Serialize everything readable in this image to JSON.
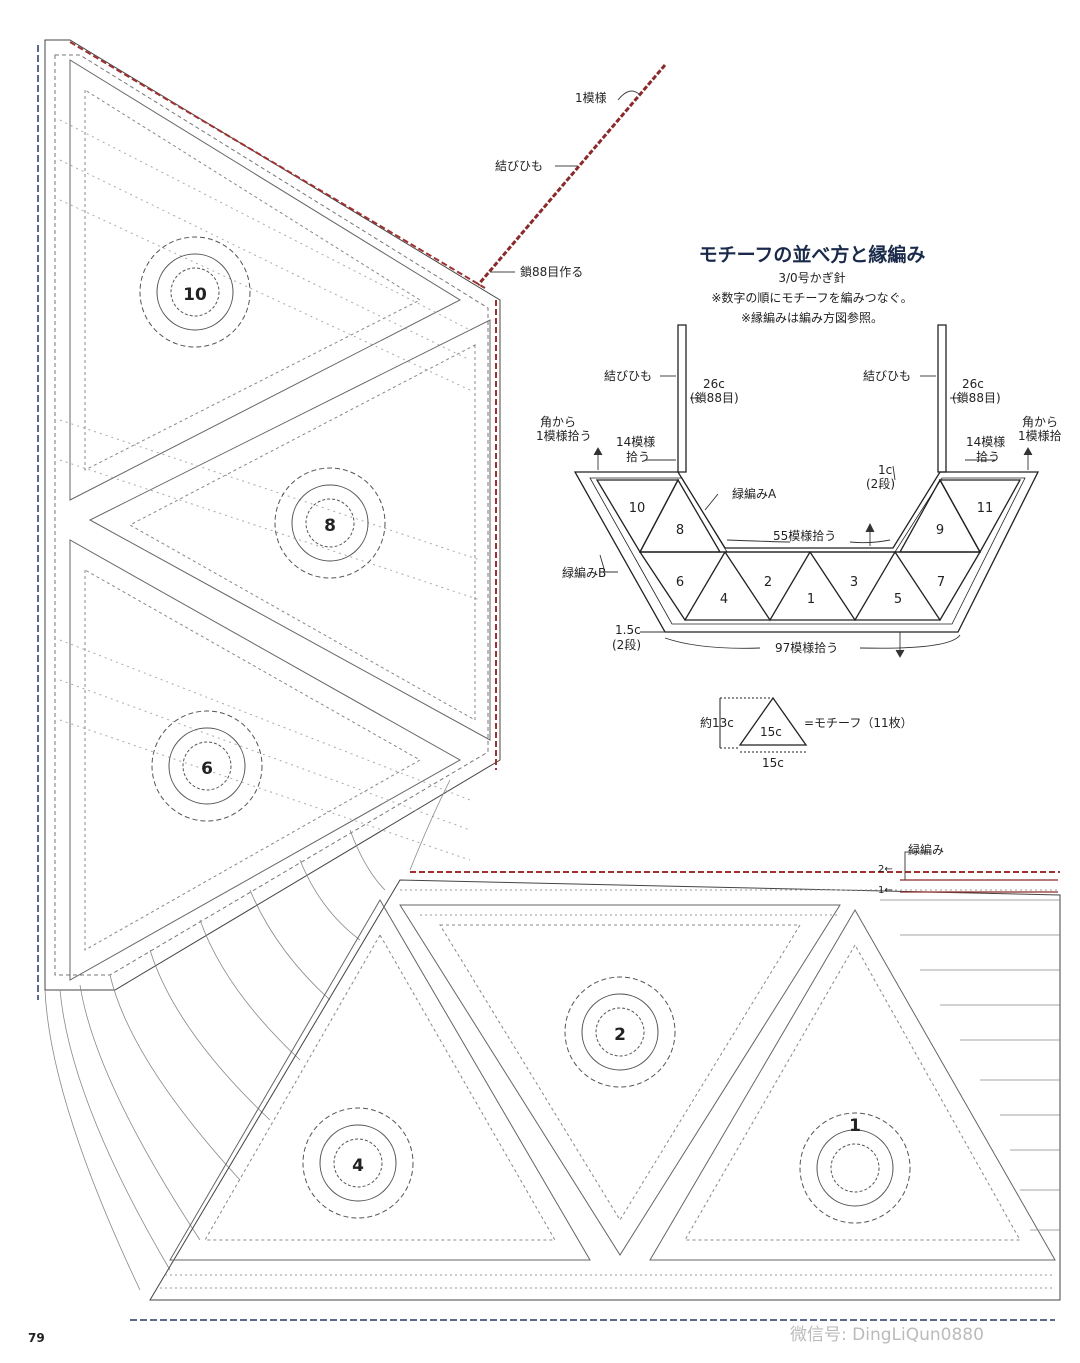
{
  "chart_labels": {
    "one_pattern": "1模様",
    "tie_cord": "結びひも",
    "chain_start": "鎖88目作る",
    "edging": "緑編み",
    "row2": "2←",
    "row1": "1←"
  },
  "motif_numbers": [
    "10",
    "8",
    "6",
    "2",
    "4",
    "1"
  ],
  "layout_panel": {
    "title": "モチーフの並べ方と縁編み",
    "hook": "3/0号かぎ針",
    "note1": "※数字の順にモチーフを編みつなぐ。",
    "note2": "※縁編みは編み方図参照。",
    "tie_left": "結びひも",
    "tie_right": "結びひも",
    "len_left": "26c",
    "chain_left": "(鎖88目)",
    "len_right": "26c",
    "chain_right": "(鎖88目)",
    "corner_left_1": "角から",
    "corner_left_2": "1模様拾う",
    "corner_right_1": "角から",
    "corner_right_2": "1模様拾",
    "pick14_left_1": "14模様",
    "pick14_left_2": "拾う",
    "pick14_right_1": "14模様",
    "pick14_right_2": "拾う",
    "inner_1": "1c",
    "inner_2": "(2段)",
    "edge_a": "緑編みA",
    "edge_b": "緑編みB",
    "pick55": "55模様拾う",
    "outer_1": "1.5c",
    "outer_2": "(2段)",
    "pick97": "97模様拾う",
    "cells": [
      "10",
      "8",
      "9",
      "11",
      "6",
      "4",
      "2",
      "1",
      "3",
      "5",
      "7"
    ],
    "legend_height": "約13c",
    "legend_side": "15c",
    "legend_base": "15c",
    "legend_eq": "=モチーフ（11枚）"
  },
  "page_number": "79",
  "watermark": "微信号: DingLiQun0880"
}
